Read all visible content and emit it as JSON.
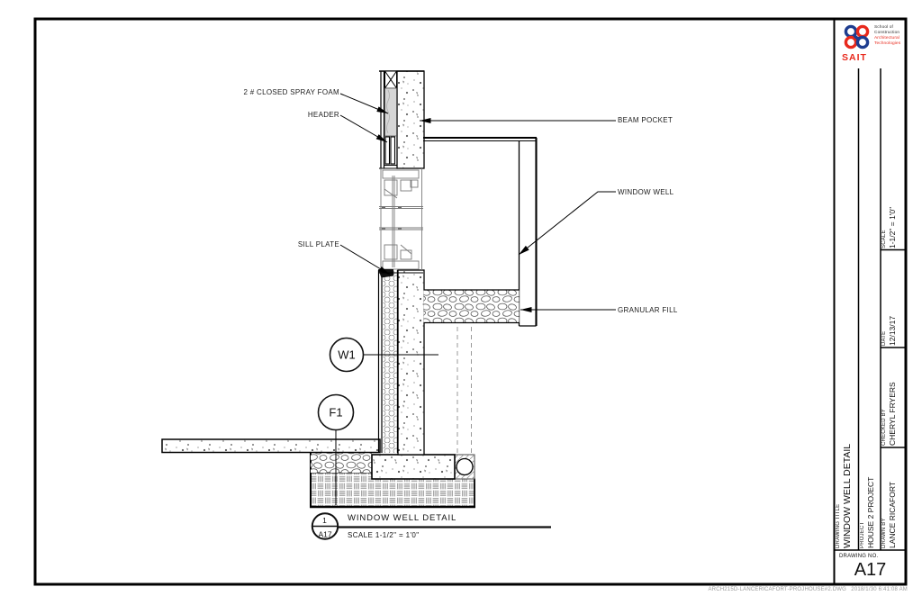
{
  "drawing": {
    "labels": {
      "spray_foam": "2 # CLOSED SPRAY FOAM",
      "header": "HEADER",
      "sill_plate": "SILL PLATE",
      "beam_pocket": "BEAM POCKET",
      "window_well": "WINDOW WELL",
      "granular_fill": "GRANULAR FILL"
    },
    "callouts": {
      "wall": "W1",
      "floor": "F1"
    },
    "caption": {
      "detail_number": "1",
      "sheet_ref": "A17",
      "title": "WINDOW WELL DETAIL",
      "scale": "SCALE 1-1/2\" = 1'0\""
    }
  },
  "title_block": {
    "logo": {
      "brand": "SAIT",
      "school_line1": "School of",
      "school_line2": "Construction",
      "dept_line1": "Architectural",
      "dept_line2": "Technologies"
    },
    "fields": {
      "scale": {
        "label": "SCALE",
        "value": "1-1/2\" = 1'0\""
      },
      "date": {
        "label": "DATE",
        "value": "12/13/17"
      },
      "checked_by": {
        "label": "CHECKED BY",
        "value": "CHERYL FRYERS"
      },
      "drawn_by": {
        "label": "DRAWN BY",
        "value": "LANCE RICAFORT"
      },
      "project": {
        "label": "PROJECT",
        "value": "HOUSE 2 PROJECT"
      },
      "drawing_title": {
        "label": "DRAWING TITLE",
        "value": "WINDOW WELL DETAIL"
      },
      "drawing_no": {
        "label": "DRAWING NO.",
        "value": "A17"
      }
    }
  },
  "footer": {
    "file_name": "ARCH215D-LANCERICAFORT-PROJHOUSE#2.DWG",
    "timestamp": "2018/1/30 6:41:08 AM"
  },
  "colors": {
    "sait_blue": "#1e3d8f",
    "sait_red": "#e8291c",
    "line": "#000000",
    "footer_text": "#9a9a9a"
  }
}
